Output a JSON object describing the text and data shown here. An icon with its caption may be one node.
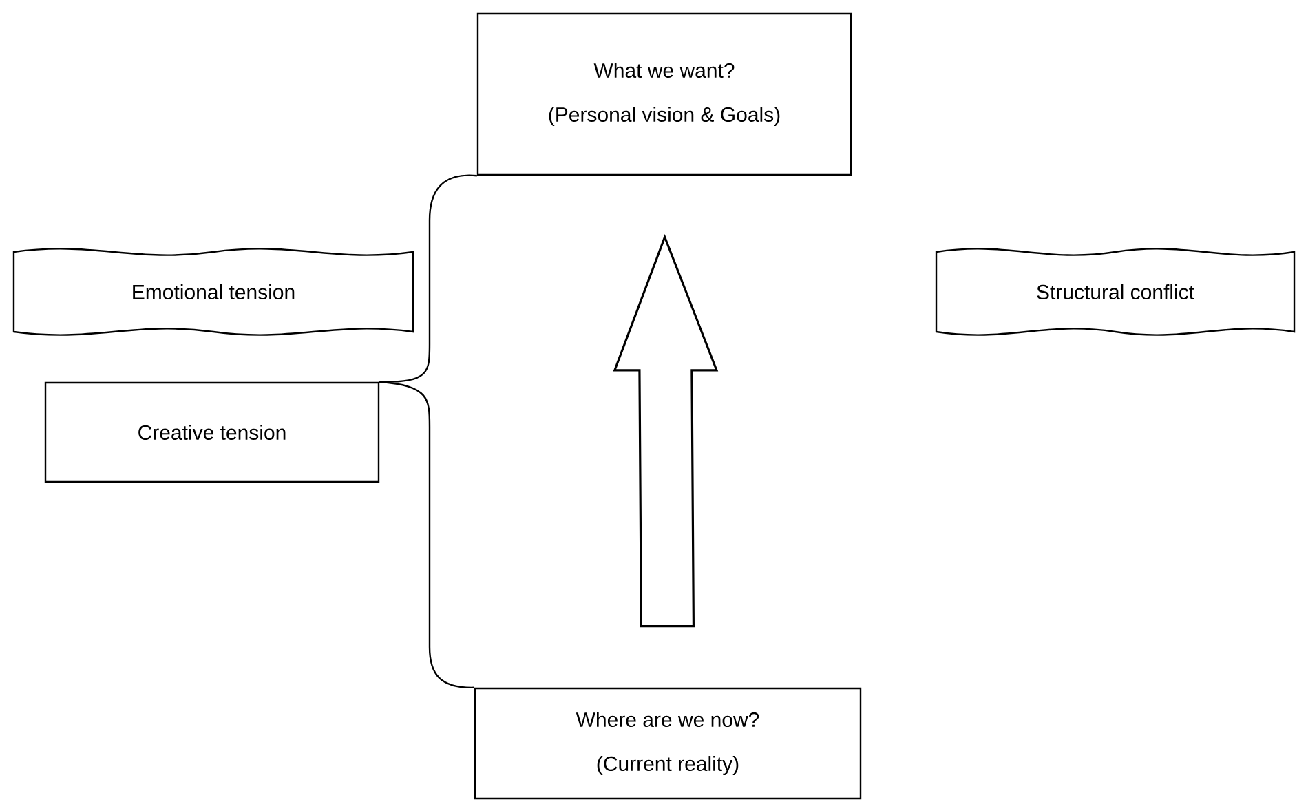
{
  "diagram": {
    "nodes": [
      {
        "text": [
          "What we want?",
          "(Personal vision & Goals)"
        ]
      },
      {
        "text": [
          "Emotional tension"
        ]
      },
      {
        "text": [
          "Structural conflict"
        ]
      },
      {
        "text": [
          "Creative tension"
        ]
      },
      {
        "text": [
          "Where are we now?",
          "(Current reality)"
        ]
      }
    ],
    "edges": [
      {
        "from": 3,
        "to": 0,
        "arrow": "none"
      },
      {
        "from": 3,
        "to": 4,
        "arrow": "none"
      },
      {
        "from": 4,
        "to": 0,
        "arrow": "to",
        "style": "thick"
      }
    ]
  }
}
